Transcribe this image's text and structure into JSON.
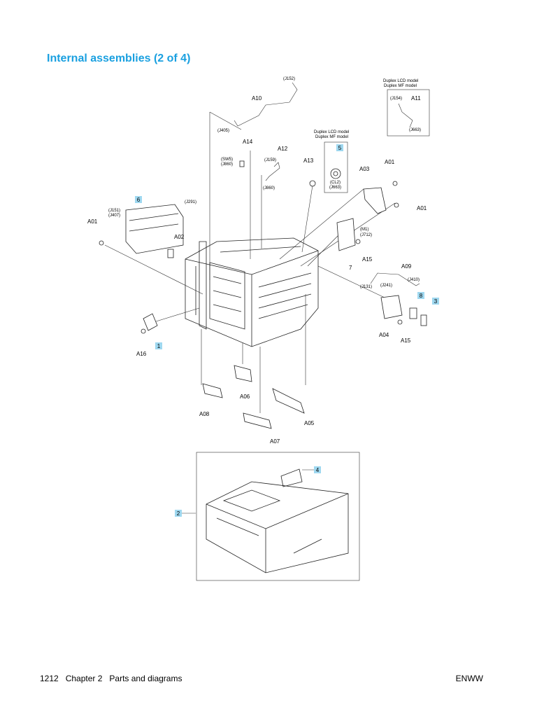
{
  "page": {
    "title": "Internal assemblies (2 of 4)",
    "footer": {
      "page_number": "1212",
      "chapter": "Chapter 2",
      "section": "Parts and diagrams",
      "brand": "ENWW"
    }
  },
  "diagram": {
    "labels": {
      "a10": "A10",
      "j152": "(J152)",
      "j405": "(J405)",
      "duplex_lcd_1": "Duplex LCD model",
      "duplex_mf_1": "Duplex MF model",
      "j154": "(J154)",
      "a11": "A11",
      "j663a": "(J663)",
      "duplex_lcd_2": "Duplex LCD model",
      "duplex_mf_2": "Duplex MF model",
      "cl2": "(CL2)",
      "j663b": "(J663)",
      "a14": "A14",
      "sw5": "(SW5)",
      "j860a": "(J860)",
      "a12": "A12",
      "j159": "(J159)",
      "j860b": "(J860)",
      "a13": "A13",
      "a03": "A03",
      "a01_top": "A01",
      "a01_right": "A01",
      "a01_left": "A01",
      "j151": "(J151)",
      "j407": "(J407)",
      "j291": "(J291)",
      "a02": "A02",
      "m1": "(M1)",
      "j712": "(J712)",
      "n7": "7",
      "a15_a": "A15",
      "a09": "A09",
      "j131": "(J131)",
      "j241": "(J241)",
      "j410": "(J410)",
      "a04": "A04",
      "a15_b": "A15",
      "a16": "A16",
      "a06": "A06",
      "a08": "A08",
      "a05": "A05",
      "a07": "A07"
    },
    "callouts": {
      "c1": "1",
      "c2": "2",
      "c3": "3",
      "c4": "4",
      "c5": "5",
      "c6": "6",
      "c8": "8"
    }
  }
}
